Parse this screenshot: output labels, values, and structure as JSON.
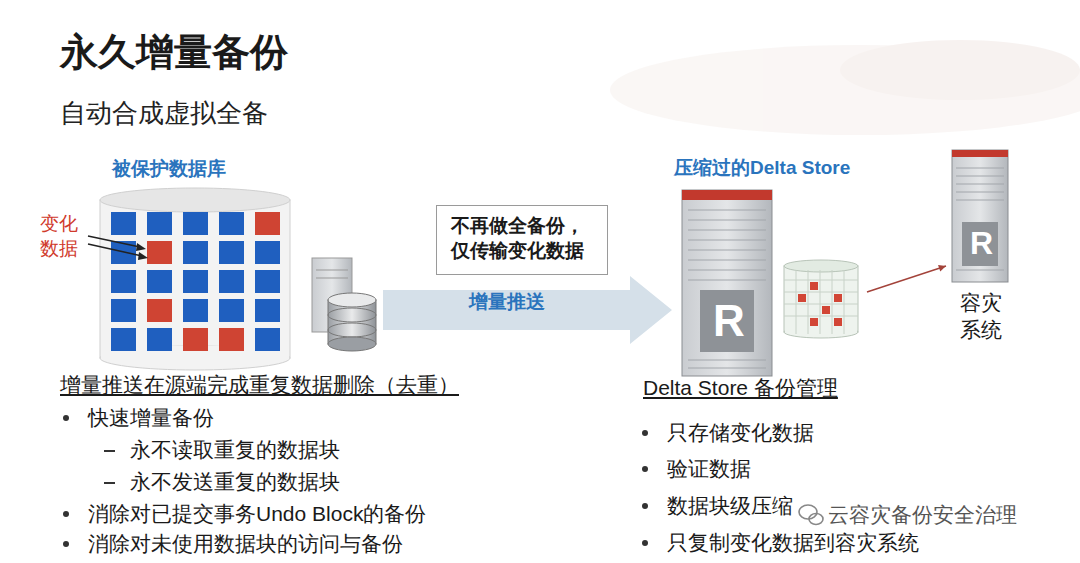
{
  "diagram": {
    "title": "永久增量备份",
    "nodes": [
      {
        "text": [
          "被保护数据库"
        ]
      },
      {
        "text": [
          "不再做全备份， 仅传输变化数据"
        ]
      },
      {
        "text": [
          "压缩过的Delta Store"
        ]
      },
      {
        "text": [
          "容灾 系统"
        ]
      }
    ],
    "edges": [
      {
        "from": 0,
        "to": 2,
        "label": "增量推送",
        "arrow": "to"
      },
      {
        "from": 2,
        "to": 3,
        "arrow": "to"
      }
    ],
    "labels": [
      "自动合成虚拟全备",
      "变化 数据",
      "R",
      "R",
      "增量推送在源端完成重复数据删除（去重）",
      "快速增量备份",
      "永不读取重复的数据块",
      "永不发送重复的数据块",
      "消除对已提交事务Undo Block的备份",
      "消除对未使用数据块的访问与备份",
      "Delta Store 备份管理",
      "只存储变化数据",
      "验证数据",
      "数据块级压缩",
      "只复制变化数据到容灾系统",
      "云容灾备份安全治理"
    ]
  }
}
